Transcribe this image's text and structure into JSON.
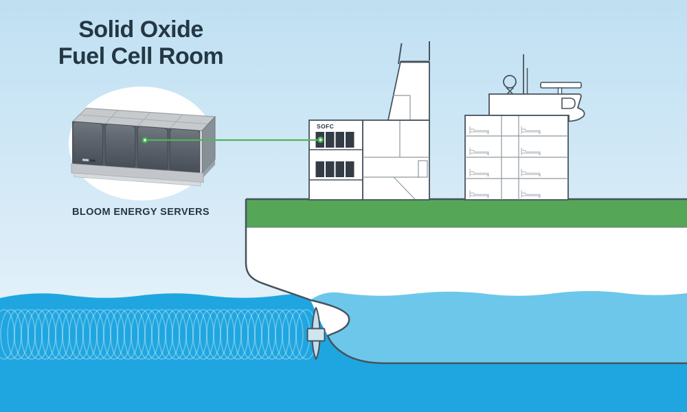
{
  "title": {
    "line1": "Solid Oxide",
    "line2": "Fuel Cell Room"
  },
  "servers": {
    "caption": "BLOOM ENERGY SERVERS",
    "module_count": 4,
    "icon": "bloom-energy-server-icon"
  },
  "ship": {
    "sofc_room_label": "SOFC",
    "sofc_cabinet_rows": 2,
    "sofc_cabinets_per_row": 4,
    "accommodation_floors": 4,
    "icons": [
      "funnel-icon",
      "radar-dome-icon",
      "mast-icon",
      "radar-antenna-icon",
      "bed-icon",
      "propeller-icon",
      "wake-coil-icon"
    ]
  },
  "connector": {
    "type": "callout-line",
    "from": "bloom-energy-servers",
    "to": "sofc-room"
  },
  "colors": {
    "sky_top": "#bfe0f2",
    "sky_bottom": "#f1f9fd",
    "water": "#1fa6e0",
    "submerged_hull": "#6cc7eb",
    "deck_green": "#55a757",
    "outline": "#46525c",
    "interior_line": "#8d969d",
    "cabinet_dark": "#343d46",
    "connector_green": "#53b45b",
    "server_front": "#5f666f",
    "server_roof": "#c6cacd",
    "text": "#243744",
    "circle_bg": "#ffffff"
  }
}
